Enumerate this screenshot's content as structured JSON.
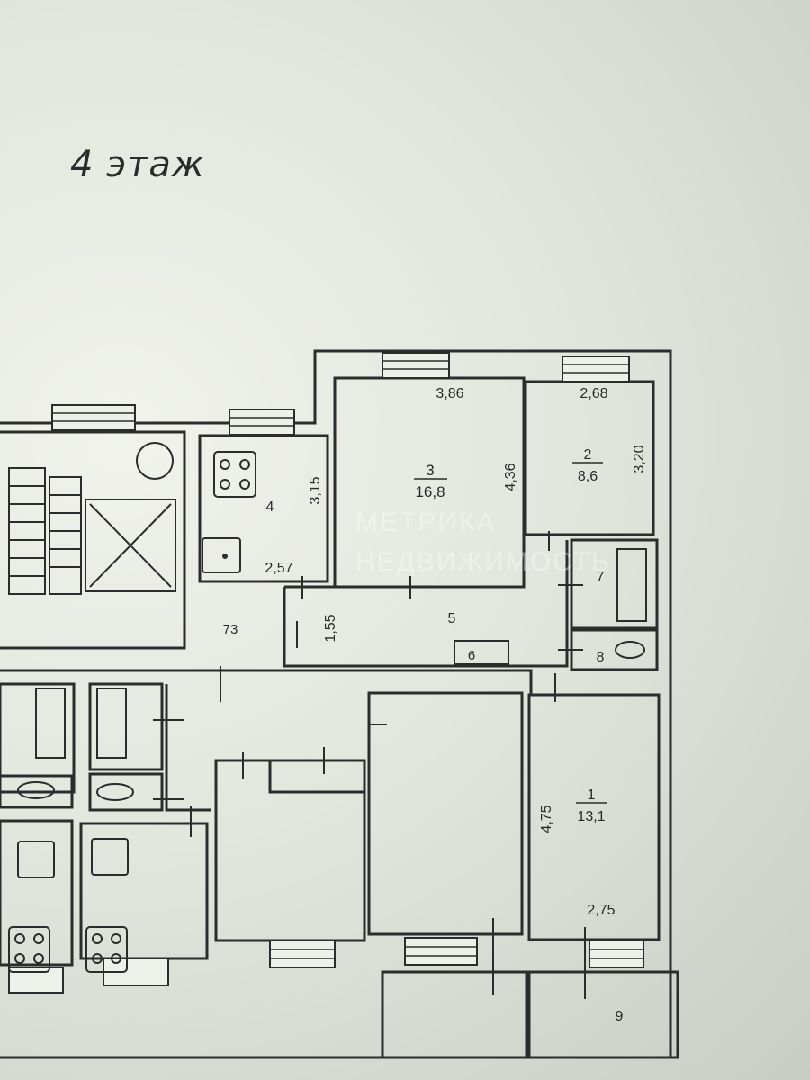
{
  "floor_title": "4 этаж",
  "watermark": {
    "line1": "МЕТРИКА",
    "line2": "НЕДВИЖИМОСТЬ"
  },
  "rooms": {
    "r1": {
      "num": "1",
      "area": "13,1",
      "length": "4,75",
      "width": "2,75"
    },
    "r2": {
      "num": "2",
      "area": "8,6",
      "width": "2,68",
      "length": "3,20"
    },
    "r3": {
      "num": "3",
      "area": "16,8",
      "width": "3,86",
      "length": "4,36"
    },
    "r4": {
      "num": "4",
      "width": "2,57",
      "length": "3,15"
    },
    "r5": {
      "num": "5",
      "length": "1,55"
    },
    "r6": {
      "num": "6"
    },
    "r7": {
      "num": "7"
    },
    "r8": {
      "num": "8"
    },
    "r9": {
      "num": "9"
    }
  },
  "misc_dimension": "73"
}
